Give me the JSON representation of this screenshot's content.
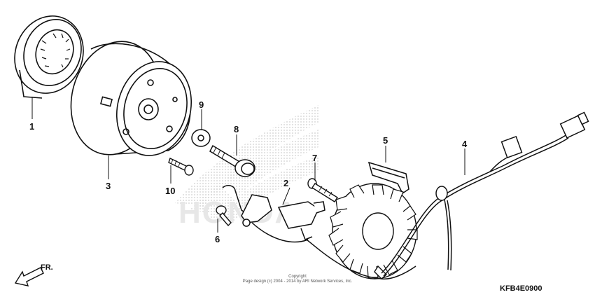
{
  "callouts": [
    {
      "id": "1",
      "label": "1"
    },
    {
      "id": "2",
      "label": "2"
    },
    {
      "id": "3",
      "label": "3"
    },
    {
      "id": "4",
      "label": "4"
    },
    {
      "id": "5",
      "label": "5"
    },
    {
      "id": "6",
      "label": "6"
    },
    {
      "id": "7",
      "label": "7"
    },
    {
      "id": "8",
      "label": "8"
    },
    {
      "id": "9",
      "label": "9"
    },
    {
      "id": "10",
      "label": "10"
    }
  ],
  "direction": {
    "label": "FR."
  },
  "diagram_code": "KFB4E0900",
  "copyright": {
    "line1": "Copyright",
    "line2": "Page design (c) 2004 - 2014 by ARI Network Services, Inc."
  },
  "watermark": {
    "text": "HONDA",
    "icon": "honda-wing-logo"
  },
  "colors": {
    "line": "#111111",
    "watermark": "#e2e2e2"
  }
}
